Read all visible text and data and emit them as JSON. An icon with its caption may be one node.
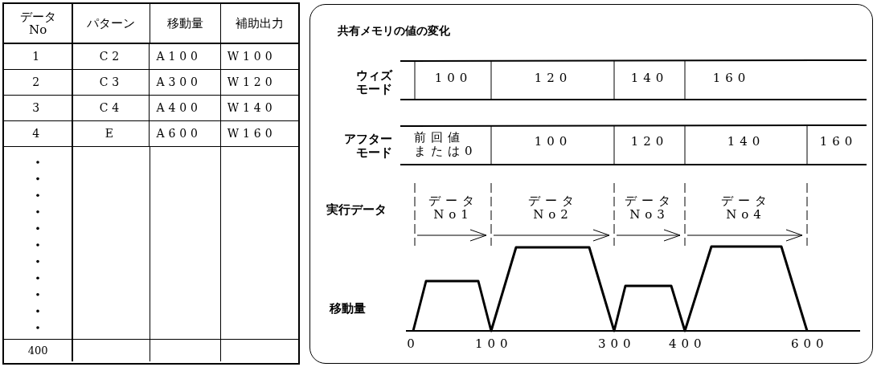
{
  "diagram": {
    "nodes": [
      {
        "text": [
          "共有メモリの値の変化"
        ]
      }
    ],
    "labels": [
      "データNo",
      "パターン",
      "移動量",
      "補助出力",
      "1",
      "C2",
      "A100",
      "W100",
      "2",
      "C3",
      "A300",
      "W120",
      "3",
      "C4",
      "A400",
      "W140",
      "4",
      "E",
      "A600",
      "W160",
      "400",
      "ウィズモード",
      "100",
      "120",
      "140",
      "160",
      "アフターモード",
      "前回値または0",
      "100",
      "120",
      "140",
      "160",
      "実行データ",
      "データNo1",
      "データNo2",
      "データNo3",
      "データNo4",
      "移動量",
      "0",
      "100",
      "300",
      "400",
      "600"
    ]
  }
}
